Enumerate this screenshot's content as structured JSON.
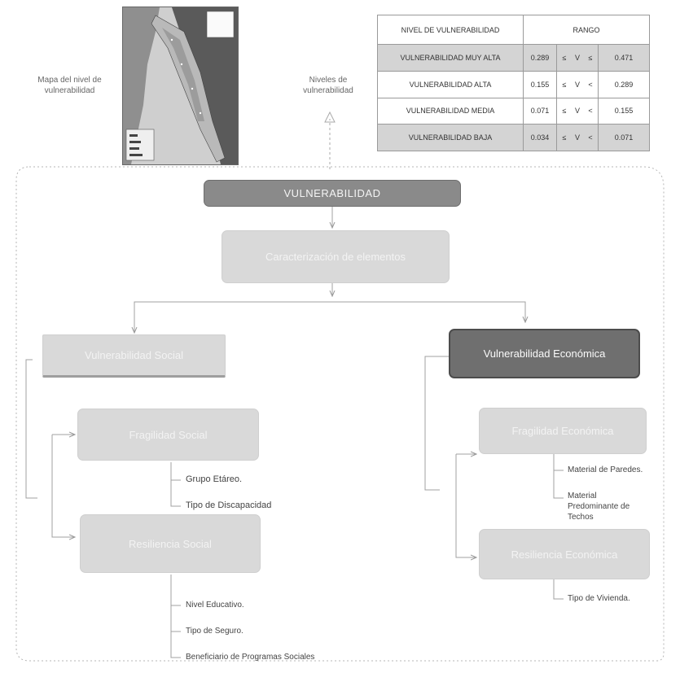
{
  "map": {
    "caption": "Mapa del nivel de vulnerabilidad"
  },
  "niveles_caption": "Niveles de vulnerabilidad",
  "range_table": {
    "header": {
      "level": "NIVEL DE VULNERABILIDAD",
      "range": "RANGO"
    },
    "rows": [
      {
        "level": "VULNERABILIDAD MUY ALTA",
        "low": "0.289",
        "op1": "≤",
        "var": "V",
        "op2": "≤",
        "high": "0.471"
      },
      {
        "level": "VULNERABILIDAD ALTA",
        "low": "0.155",
        "op1": "≤",
        "var": "V",
        "op2": "<",
        "high": "0.289"
      },
      {
        "level": "VULNERABILIDAD MEDIA",
        "low": "0.071",
        "op1": "≤",
        "var": "V",
        "op2": "<",
        "high": "0.155"
      },
      {
        "level": "VULNERABILIDAD BAJA",
        "low": "0.034",
        "op1": "≤",
        "var": "V",
        "op2": "<",
        "high": "0.071"
      }
    ]
  },
  "diagram": {
    "root": "VULNERABILIDAD",
    "exposure": "Caracterización de elementos",
    "social": {
      "title": "Vulnerabilidad Social",
      "fragility": "Fragilidad Social",
      "fragility_items": [
        "Grupo Etáreo.",
        "Tipo de Discapacidad"
      ],
      "resilience": "Resiliencia Social",
      "resilience_items": [
        "Nivel Educativo.",
        "Tipo de Seguro.",
        "Beneficiario de Programas Sociales"
      ]
    },
    "economic": {
      "title": "Vulnerabilidad Económica",
      "fragility": "Fragilidad Económica",
      "fragility_items": [
        "Material de Paredes.",
        "Material Predominante de Techos"
      ],
      "resilience": "Resiliencia Económica",
      "resilience_items": [
        "Tipo de Vivienda."
      ]
    }
  },
  "colors": {
    "root_box": "#8a8a8a",
    "economic_box": "#6f6f6f",
    "light_box": "#d9d9d9",
    "highlight_row": "#d4d4d4"
  }
}
